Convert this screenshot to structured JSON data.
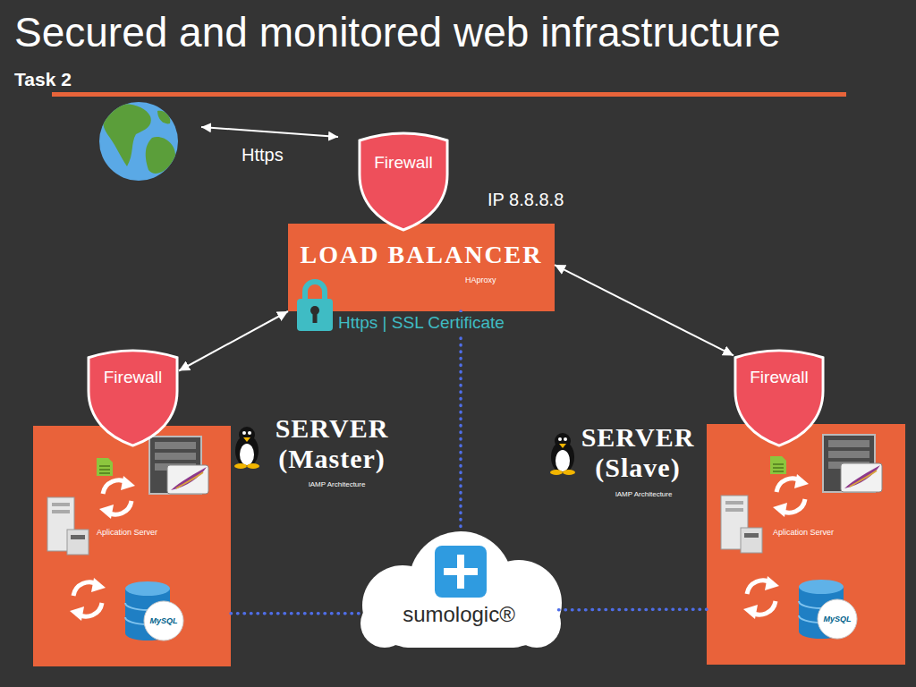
{
  "diagram": {
    "title": "Secured and monitored web infrastructure",
    "nodes": [
      {
        "text": [
          "Firewall"
        ]
      },
      {
        "text": [
          "LOAD BALANCER",
          "HAproxy"
        ]
      },
      {
        "text": [
          "Firewall"
        ]
      },
      {
        "text": [
          "SERVER (Master)",
          "lAMP Architecture",
          "Aplication Server"
        ]
      },
      {
        "text": [
          "Firewall"
        ]
      },
      {
        "text": [
          "SERVER (Slave)",
          "lAMP Architecture",
          "Aplication Server"
        ]
      },
      {
        "text": [
          "sumologic®"
        ]
      }
    ],
    "edges": [
      {
        "from": 1,
        "to": 2,
        "arrow": "both"
      },
      {
        "from": 1,
        "to": 4,
        "arrow": "both"
      },
      {
        "from": 1,
        "to": 6,
        "arrow": "none"
      },
      {
        "from": 3,
        "to": 6,
        "arrow": "none"
      },
      {
        "from": 5,
        "to": 6,
        "arrow": "none"
      }
    ],
    "labels": [
      "Task 2",
      "Https",
      "IP 8.8.8.8",
      "Https | SSL Certificate",
      "MySQL",
      "MySQL"
    ]
  }
}
